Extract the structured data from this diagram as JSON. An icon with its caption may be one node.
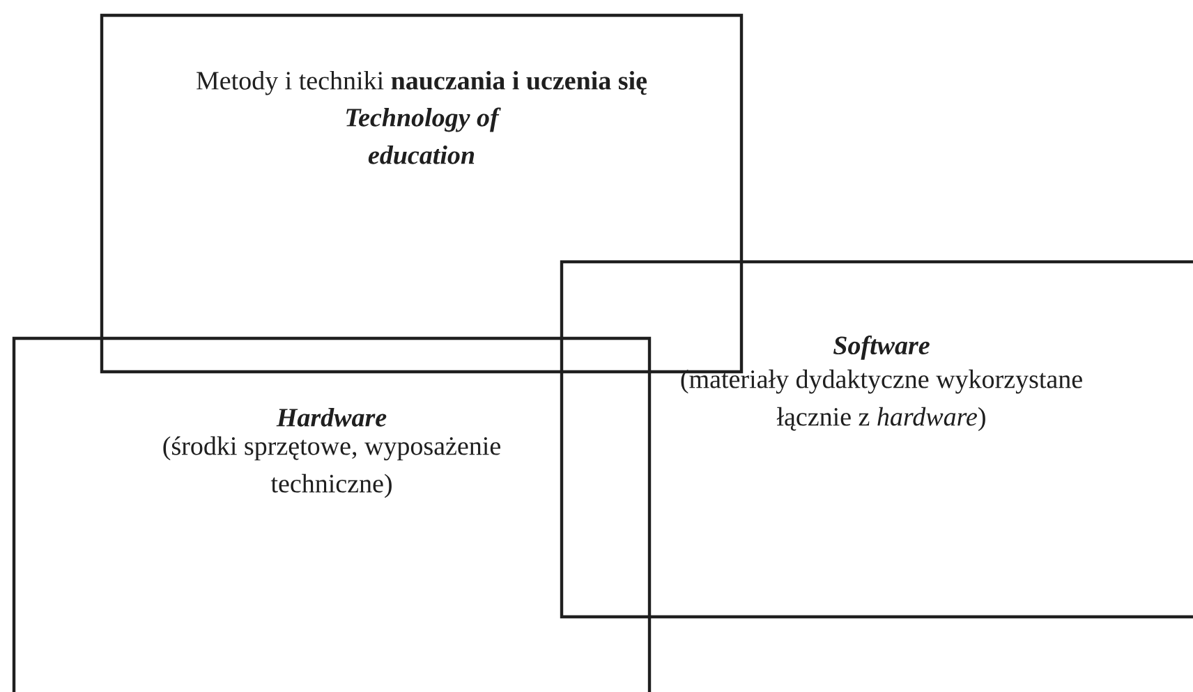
{
  "diagram": {
    "nodes": [
      {
        "text": [
          "Metody i techniki **nauczania i uczenia się**",
          "Technology of education"
        ]
      },
      {
        "text": [
          "Software",
          "(materiały dydaktyczne wykorzystane łącznie z *hardware*)"
        ]
      },
      {
        "text": [
          "Hardware",
          "(środki sprzętowe, wyposażenie techniczne)"
        ]
      }
    ]
  }
}
